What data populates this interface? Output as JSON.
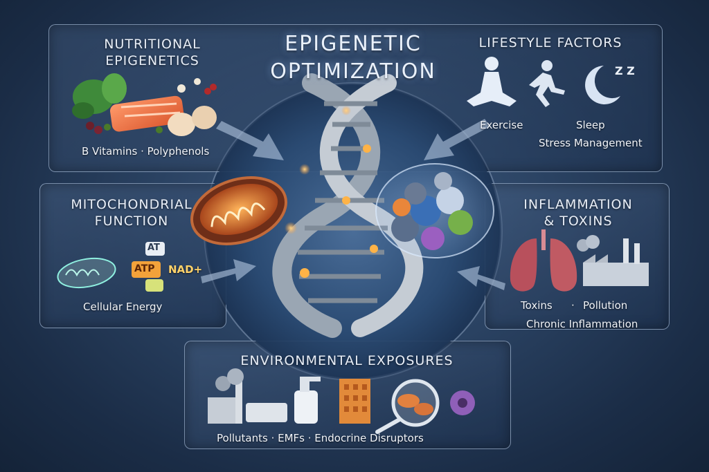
{
  "title_line1": "EPIGENETIC",
  "title_line2": "OPTIMIZATION",
  "nutritional": {
    "title_line1": "NUTRITIONAL",
    "title_line2": "EPIGENETICS",
    "caption": "B Vitamins · Polyphenols"
  },
  "lifestyle": {
    "title": "LIFESTYLE FACTORS",
    "exercise": "Exercise",
    "sleep": "Sleep",
    "stress": "Stress Management",
    "sleep_symbol": "Z Z"
  },
  "mitochondrial": {
    "title_line1": "MITOCHONDRIAL",
    "title_line2": "FUNCTION",
    "atp": "ATP",
    "nad": "NAD+",
    "at": "AT",
    "caption": "Cellular Energy"
  },
  "inflammation": {
    "title_line1": "INFLAMMATION",
    "title_line2": "& TOXINS",
    "toxins": "Toxins",
    "dot": "·",
    "pollution": "Pollution",
    "chronic": "Chronic Inflammation"
  },
  "environmental": {
    "title": "ENVIRONMENTAL EXPOSURES",
    "caption": "Pollutants  ·  EMFs  ·  Endocrine Disruptors"
  },
  "colors": {
    "accent_orange": "#f29a3a",
    "panel_border": "#bed2eb",
    "background": "#2a4262"
  }
}
